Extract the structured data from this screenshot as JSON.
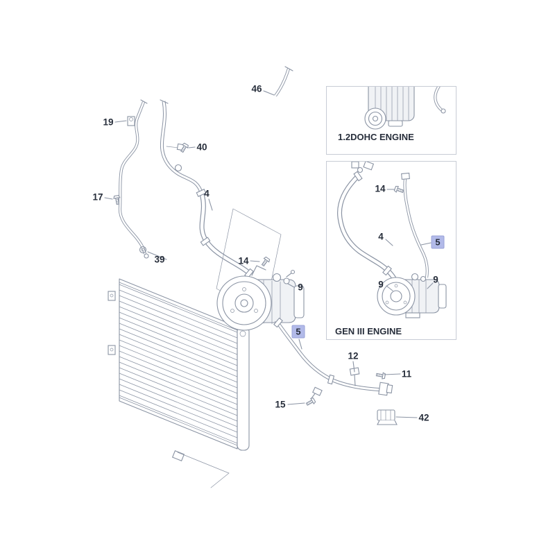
{
  "diagram": {
    "insets": {
      "dohc": {
        "label": "1.2DOHC ENGINE"
      },
      "gen3": {
        "label": "GEN III ENGINE"
      }
    },
    "callouts": {
      "main": [
        {
          "num": "46",
          "highlight": false
        },
        {
          "num": "19",
          "highlight": false
        },
        {
          "num": "40",
          "highlight": false
        },
        {
          "num": "17",
          "highlight": false
        },
        {
          "num": "4",
          "highlight": false
        },
        {
          "num": "39",
          "highlight": false
        },
        {
          "num": "14",
          "highlight": false
        },
        {
          "num": "9",
          "highlight": false
        },
        {
          "num": "5",
          "highlight": true
        },
        {
          "num": "12",
          "highlight": false
        },
        {
          "num": "11",
          "highlight": false
        },
        {
          "num": "15",
          "highlight": false
        },
        {
          "num": "42",
          "highlight": false
        }
      ],
      "gen3": [
        {
          "num": "14",
          "highlight": false
        },
        {
          "num": "4",
          "highlight": false
        },
        {
          "num": "5",
          "highlight": true
        },
        {
          "num": "9",
          "highlight": false
        },
        {
          "num": "9",
          "highlight": false
        }
      ]
    },
    "colors": {
      "line": "#8a93a3",
      "text": "#272e3b",
      "highlight_fill": "#b2bae9",
      "inset_border": "#c7ccd5"
    }
  }
}
